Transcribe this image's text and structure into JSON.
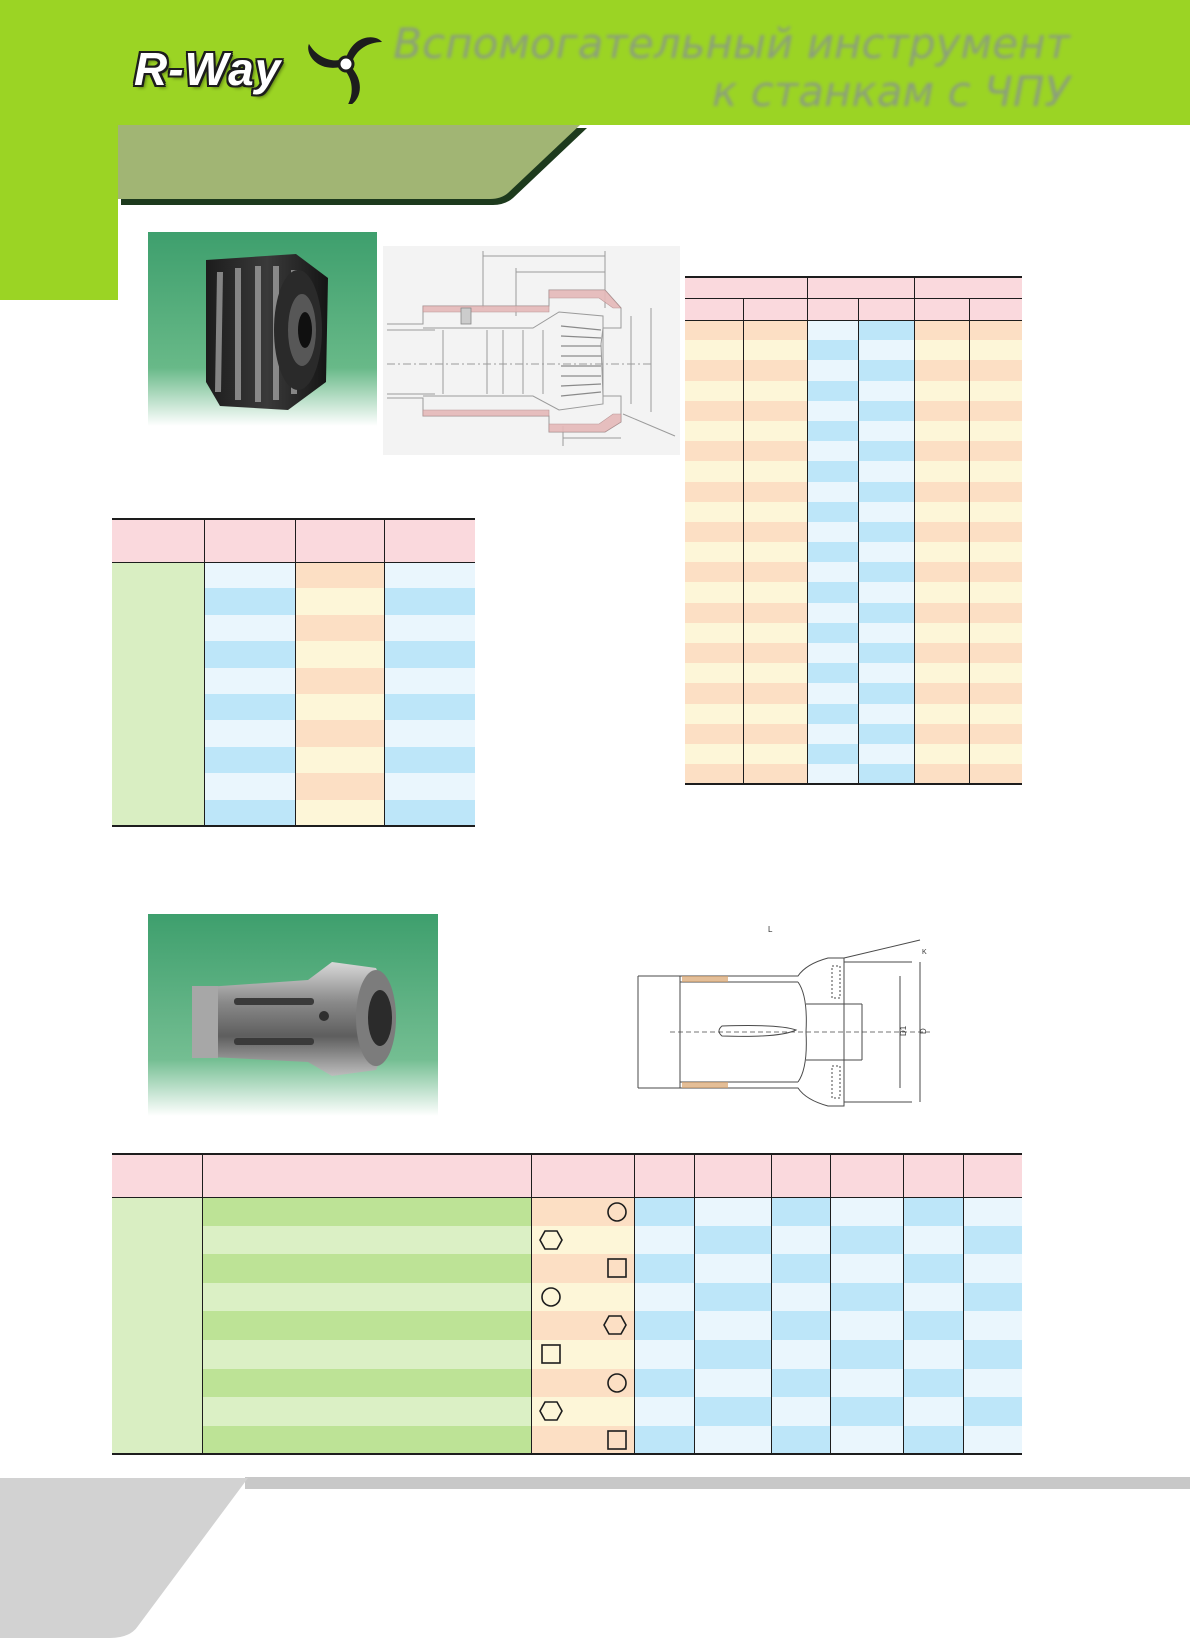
{
  "header": {
    "brand": "R-Way",
    "title_line1": "Вспомогательный инструмент",
    "title_line2": "к станкам с ЧПУ"
  },
  "colors": {
    "brand_green": "#9bd424",
    "tab_olive": "#a1b574",
    "header_pink": "#fad9dd",
    "light_green": "#d9eec2",
    "peach": "#fcdfc4",
    "cream": "#fdf6d8",
    "sky": "#bde6f9",
    "ice": "#eaf6fd"
  },
  "drawing_labels": {
    "length_label": "L",
    "d1_label": "D1",
    "d_label": "D",
    "angle_label": "K"
  },
  "table3_symbols": [
    "circle-icon",
    "hexagon-icon",
    "square-icon",
    "circle-icon",
    "hexagon-icon",
    "square-icon",
    "circle-icon",
    "hexagon-icon",
    "square-icon"
  ]
}
